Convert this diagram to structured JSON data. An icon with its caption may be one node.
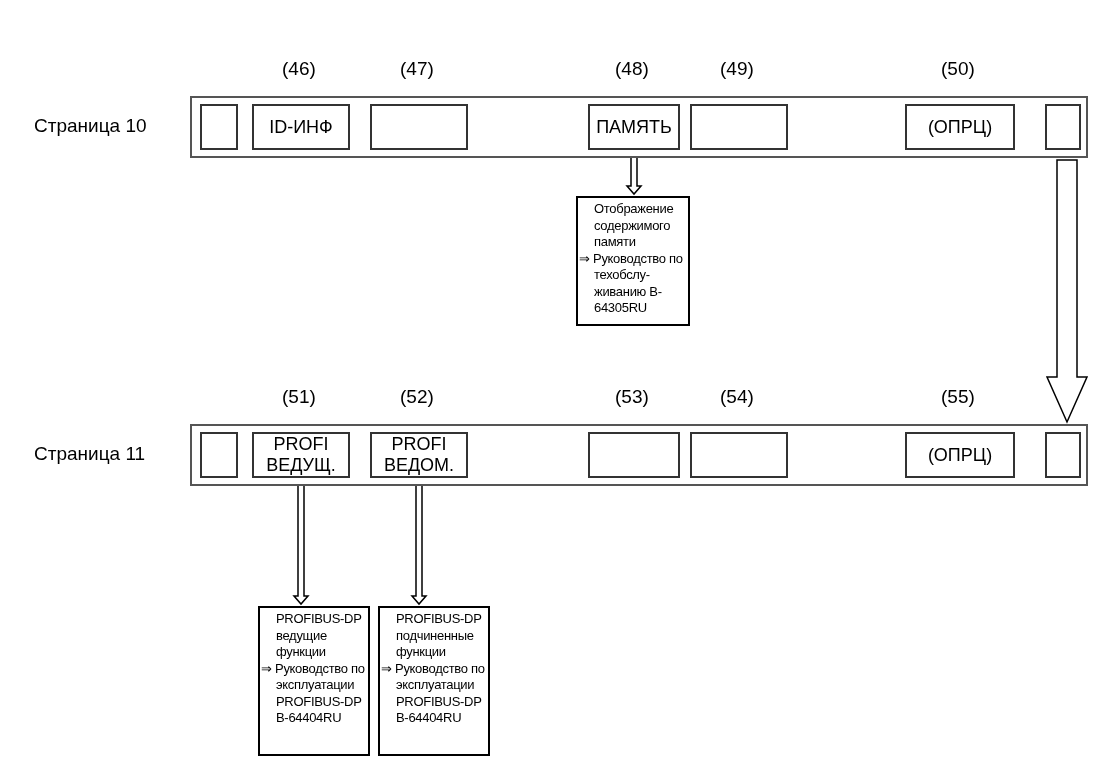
{
  "diagram": {
    "nodes": [
      {
        "text": [],
        "shape": "box",
        "beside": [
          "Страница 10"
        ]
      },
      {
        "text": [],
        "shape": "box",
        "in": 0
      },
      {
        "text": [
          "ID-ИНФ"
        ],
        "in": 0,
        "beside": [
          "(46)"
        ]
      },
      {
        "text": [],
        "shape": "box",
        "in": 0,
        "beside": [
          "(47)"
        ]
      },
      {
        "text": [
          "ПАМЯТЬ"
        ],
        "in": 0,
        "beside": [
          "(48)"
        ]
      },
      {
        "text": [],
        "shape": "box",
        "in": 0,
        "beside": [
          "(49)"
        ]
      },
      {
        "text": [
          "(ОПРЦ)"
        ],
        "in": 0,
        "beside": [
          "(50)"
        ]
      },
      {
        "text": [],
        "shape": "box",
        "in": 0
      },
      {
        "text": [
          "Отображение содержимого памяти",
          "⇒ Руководство по техобслу- живанию B-64305RU"
        ]
      },
      {
        "text": [],
        "shape": "box",
        "beside": [
          "Страница 11"
        ]
      },
      {
        "text": [],
        "shape": "box",
        "in": 9
      },
      {
        "text": [
          "PROFI ВЕДУЩ."
        ],
        "in": 9,
        "beside": [
          "(51)"
        ]
      },
      {
        "text": [
          "PROFI ВЕДОМ."
        ],
        "in": 9,
        "beside": [
          "(52)"
        ]
      },
      {
        "text": [],
        "shape": "box",
        "in": 9,
        "beside": [
          "(53)"
        ]
      },
      {
        "text": [],
        "shape": "box",
        "in": 9,
        "beside": [
          "(54)"
        ]
      },
      {
        "text": [
          "(ОПРЦ)"
        ],
        "in": 9,
        "beside": [
          "(55)"
        ]
      },
      {
        "text": [],
        "shape": "box",
        "in": 9
      },
      {
        "text": [
          "PROFIBUS-DP ведущие функции",
          "⇒ Руководство по эксплуатации PROFIBUS-DP B-64404RU"
        ]
      },
      {
        "text": [
          "PROFIBUS-DP подчиненные функции",
          "⇒ Руководство по эксплуатации PROFIBUS-DP B-64404RU"
        ]
      }
    ],
    "edges": [
      {
        "from": 4,
        "to": 8,
        "arrow": "to"
      },
      {
        "from": 0,
        "to": 9,
        "arrow": "to"
      },
      {
        "from": 11,
        "to": 17,
        "arrow": "to"
      },
      {
        "from": 12,
        "to": 18,
        "arrow": "to"
      }
    ]
  }
}
